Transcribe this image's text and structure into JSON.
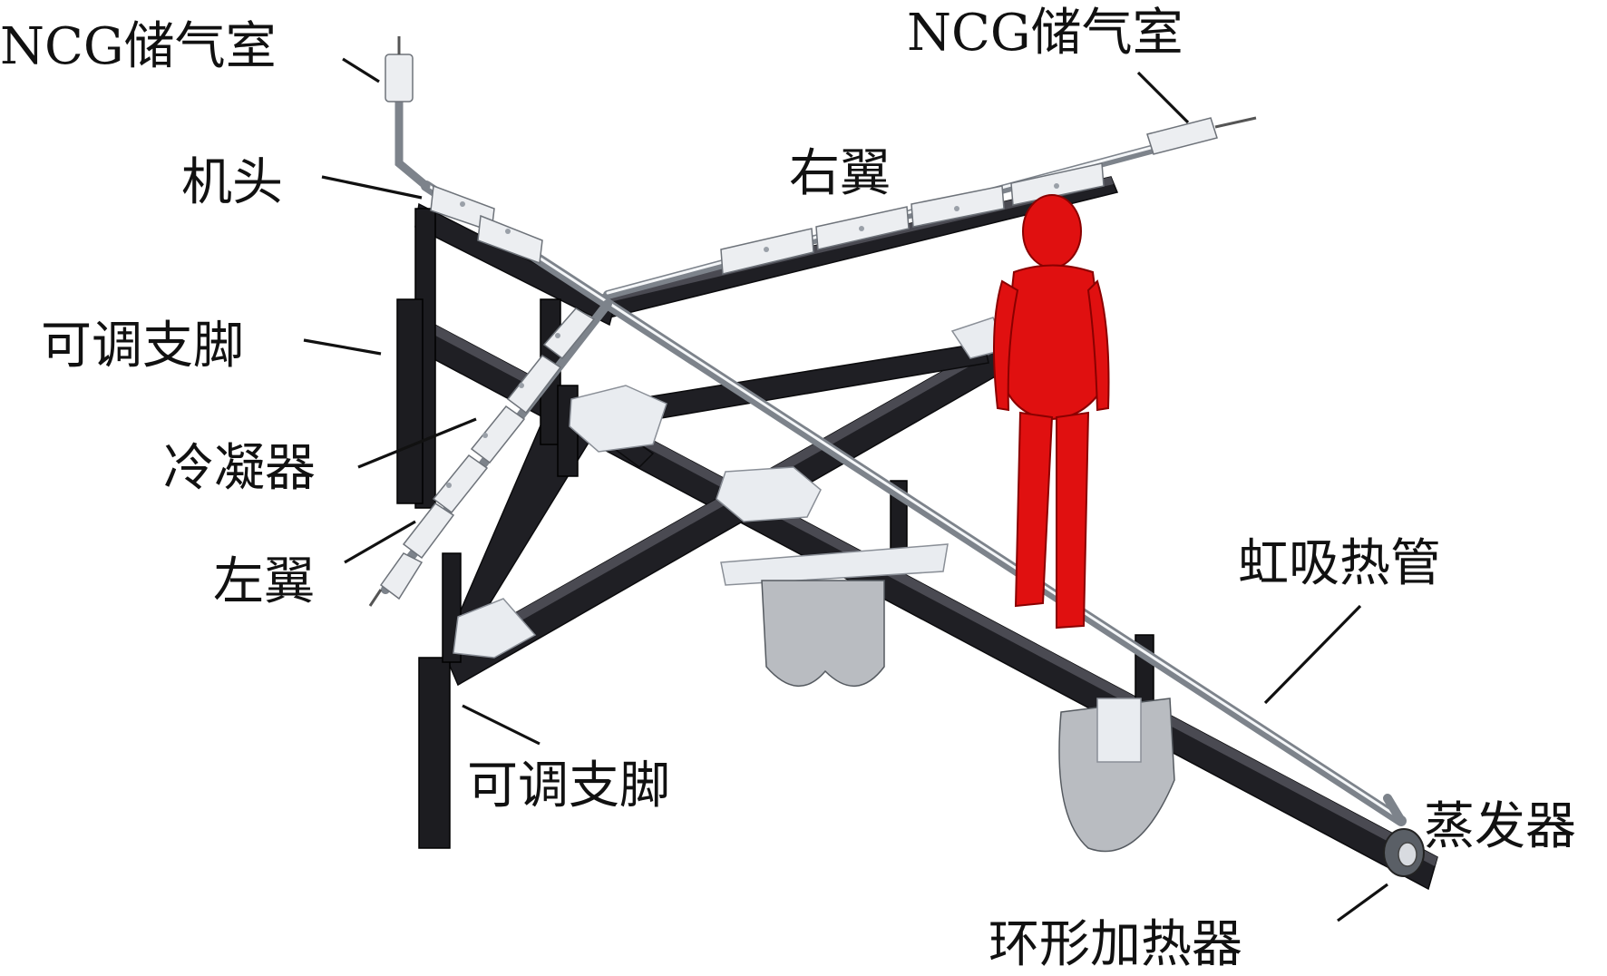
{
  "labels": {
    "ncg_left": "NCG储气室",
    "ncg_right": "NCG储气室",
    "nose": "机头",
    "right_wing": "右翼",
    "support_upper": "可调支脚",
    "condenser": "冷凝器",
    "left_wing": "左翼",
    "support_lower": "可调支脚",
    "siphon_heat_pipe": "虹吸热管",
    "evaporator": "蒸发器",
    "ring_heater": "环形加热器"
  },
  "colors": {
    "human_figure": "#e01010",
    "frame": "#1f1f24",
    "pipe": "#7d838b",
    "plates": "#e9ecf0",
    "text": "#111111"
  }
}
